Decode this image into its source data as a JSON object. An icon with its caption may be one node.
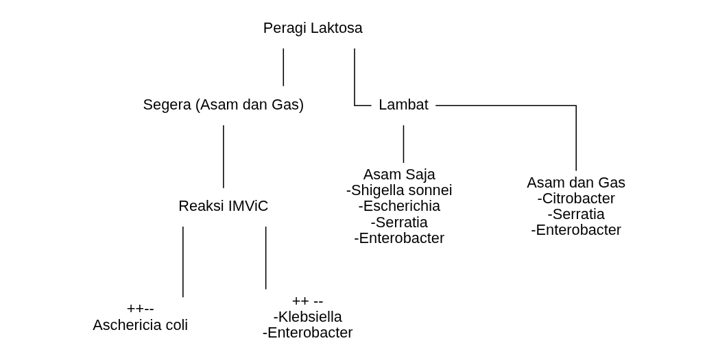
{
  "diagram": {
    "nodes": [
      {
        "text": [
          "Peragi Laktosa"
        ]
      },
      {
        "text": [
          "Segera (Asam dan Gas)"
        ]
      },
      {
        "text": [
          "Lambat"
        ]
      },
      {
        "text": [
          "Reaksi IMViC"
        ]
      },
      {
        "text": [
          "++--",
          "Aschericia coli"
        ]
      },
      {
        "text": [
          "++ --",
          "-Klebsiella",
          "-Enterobacter"
        ]
      },
      {
        "text": [
          "Asam Saja",
          "-Shigella sonnei",
          "-Escherichia",
          "-Serratia",
          "-Enterobacter"
        ]
      },
      {
        "text": [
          "Asam dan Gas",
          "-Citrobacter",
          "-Serratia",
          "-Enterobacter"
        ]
      }
    ],
    "edges": [
      {
        "from": 0,
        "to": 1,
        "arrow": "none"
      },
      {
        "from": 0,
        "to": 2,
        "arrow": "none"
      },
      {
        "from": 1,
        "to": 3,
        "arrow": "none"
      },
      {
        "from": 3,
        "to": 4,
        "arrow": "none"
      },
      {
        "from": 3,
        "to": 5,
        "arrow": "none"
      },
      {
        "from": 2,
        "to": 6,
        "arrow": "none"
      },
      {
        "from": 2,
        "to": 7,
        "arrow": "none"
      }
    ]
  }
}
